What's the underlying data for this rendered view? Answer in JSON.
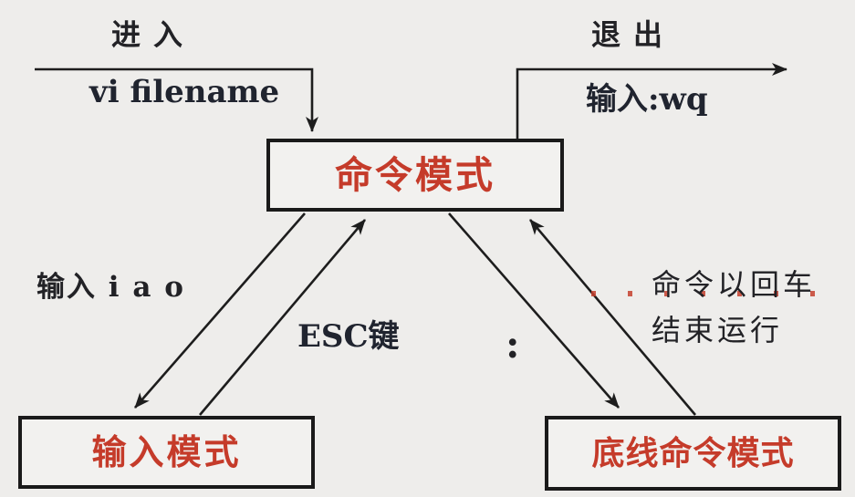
{
  "diagram": {
    "nodes": {
      "command_mode": {
        "label": "命令模式"
      },
      "insert_mode": {
        "label": "输入模式"
      },
      "lastline_mode": {
        "label": "底线命令模式"
      }
    },
    "edges": {
      "enter": {
        "label": "进入",
        "sublabel": "vi filename"
      },
      "exit": {
        "label": "退出",
        "sublabel": "输入:wq"
      },
      "command_to_insert": {
        "label": "输入 i a o"
      },
      "insert_to_command": {
        "label": "ESC键"
      },
      "command_to_lastline": {
        "label": ":"
      },
      "lastline_to_command": {
        "label_line1": "命令以回车",
        "label_line2": "结束运行"
      }
    },
    "colors": {
      "background": "#eeedeb",
      "node_fill": "#f2f1ef",
      "node_border": "#1a1a1a",
      "node_text_red": "#c53b2a",
      "line": "#1d1d1d",
      "label_text": "#222226"
    }
  }
}
